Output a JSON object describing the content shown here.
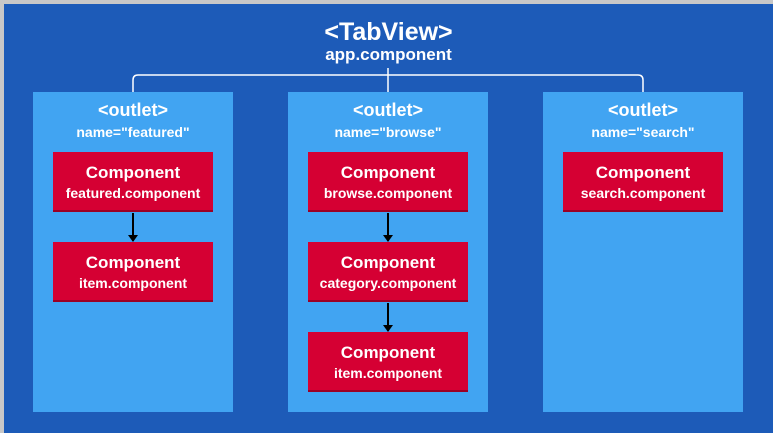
{
  "root": {
    "title": "<TabView>",
    "subtitle": "app.component"
  },
  "colors": {
    "background": "#1d5bb8",
    "outlet": "#41a4f2",
    "component": "#d50033",
    "connector": "#ffffff"
  },
  "outlets": [
    {
      "title": "<outlet>",
      "name": "name=\"featured\"",
      "components": [
        {
          "title": "Component",
          "file": "featured.component"
        },
        {
          "title": "Component",
          "file": "item.component"
        }
      ]
    },
    {
      "title": "<outlet>",
      "name": "name=\"browse\"",
      "components": [
        {
          "title": "Component",
          "file": "browse.component"
        },
        {
          "title": "Component",
          "file": "category.component"
        },
        {
          "title": "Component",
          "file": "item.component"
        }
      ]
    },
    {
      "title": "<outlet>",
      "name": "name=\"search\"",
      "components": [
        {
          "title": "Component",
          "file": "search.component"
        }
      ]
    }
  ]
}
